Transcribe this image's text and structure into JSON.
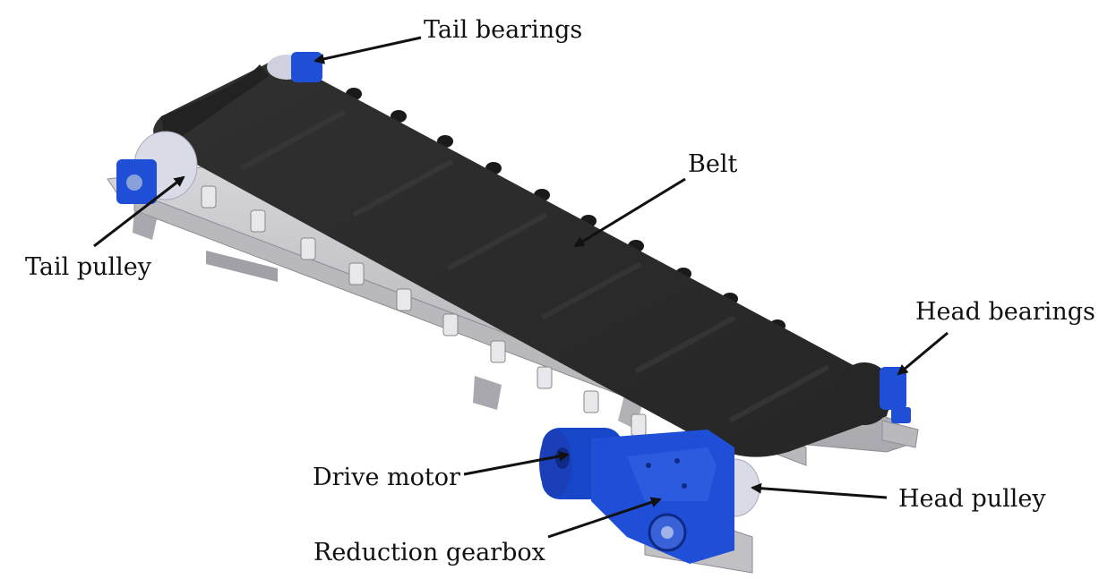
{
  "labels": {
    "tail_bearings": "Tail bearings",
    "belt": "Belt",
    "tail_pulley": "Tail pulley",
    "head_bearings": "Head bearings",
    "drive_motor": "Drive motor",
    "head_pulley": "Head pulley",
    "reduction_gearbox": "Reduction gearbox"
  },
  "colors": {
    "belt": "#2b2b2b",
    "belt_highlight": "#3a3a3a",
    "frame": "#c9c9cd",
    "frame_dark": "#9a9aa0",
    "bearing_blue": "#1f4fd6",
    "motor_blue": "#1746c8",
    "pulley_light": "#d9dbe6",
    "arrow": "#111111"
  }
}
